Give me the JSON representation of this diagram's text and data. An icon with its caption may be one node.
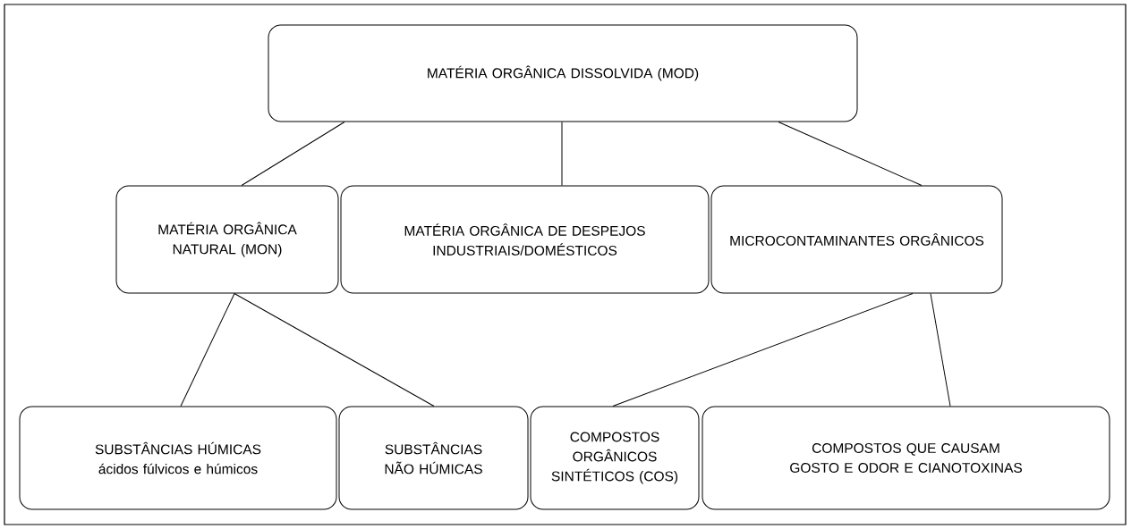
{
  "diagram": {
    "nodes": [
      {
        "text": [
          "MATÉRIA ORGÂNICA DISSOLVIDA (MOD)"
        ]
      },
      {
        "text": [
          "MATÉRIA ORGÂNICA NATURAL (MON)"
        ]
      },
      {
        "text": [
          "MATÉRIA ORGÂNICA DE DESPEJOS INDUSTRIAIS/DOMÉSTICOS"
        ]
      },
      {
        "text": [
          "MICROCONTAMINANTES ORGÂNICOS"
        ]
      },
      {
        "text": [
          "SUBSTÂNCIAS HÚMICAS",
          "ácidos fúlvicos e húmicos"
        ]
      },
      {
        "text": [
          "SUBSTÂNCIAS NÃO HÚMICAS"
        ]
      },
      {
        "text": [
          "COMPOSTOS ORGÂNICOS SINTÉTICOS (COS)"
        ]
      },
      {
        "text": [
          "COMPOSTOS QUE CAUSAM GOSTO E ODOR E CIANOTOXINAS"
        ]
      }
    ],
    "edges": [
      {
        "from": 0,
        "to": 1,
        "arrow": "none"
      },
      {
        "from": 0,
        "to": 2,
        "arrow": "none"
      },
      {
        "from": 0,
        "to": 3,
        "arrow": "none"
      },
      {
        "from": 1,
        "to": 4,
        "arrow": "none"
      },
      {
        "from": 1,
        "to": 5,
        "arrow": "none"
      },
      {
        "from": 3,
        "to": 6,
        "arrow": "none"
      },
      {
        "from": 3,
        "to": 7,
        "arrow": "none"
      }
    ]
  }
}
